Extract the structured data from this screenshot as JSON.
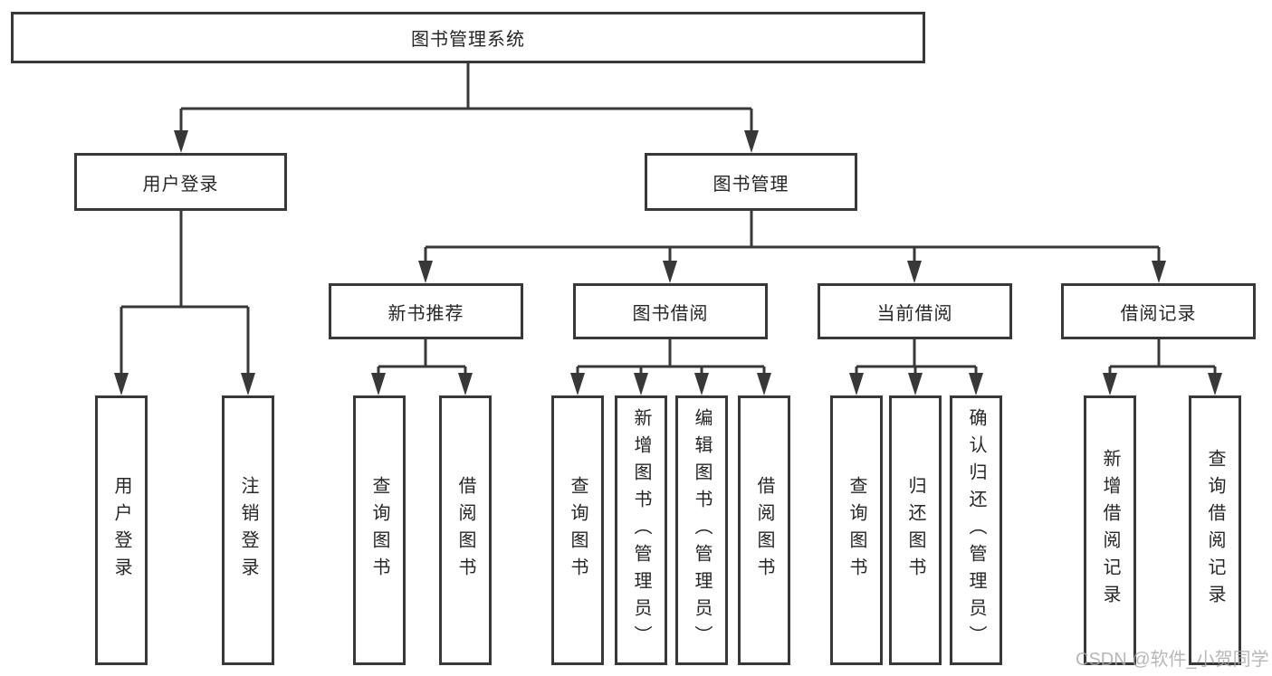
{
  "diagram": {
    "kind": "hierarchy-tree",
    "title": "图书管理系统"
  },
  "tree": {
    "label": "图书管理系统",
    "children": [
      {
        "label": "用户登录",
        "children": [
          {
            "label": "用户登录"
          },
          {
            "label": "注销登录"
          }
        ]
      },
      {
        "label": "图书管理",
        "children": [
          {
            "label": "新书推荐",
            "children": [
              {
                "label": "查询图书"
              },
              {
                "label": "借阅图书"
              }
            ]
          },
          {
            "label": "图书借阅",
            "children": [
              {
                "label": "查询图书"
              },
              {
                "label": "新增图书（管理员）"
              },
              {
                "label": "编辑图书（管理员）"
              },
              {
                "label": "借阅图书"
              }
            ]
          },
          {
            "label": "当前借阅",
            "children": [
              {
                "label": "查询图书"
              },
              {
                "label": "归还图书"
              },
              {
                "label": "确认归还（管理员）"
              }
            ]
          },
          {
            "label": "借阅记录",
            "children": [
              {
                "label": "新增借阅记录"
              },
              {
                "label": "查询借阅记录"
              }
            ]
          }
        ]
      }
    ]
  },
  "watermark": "CSDN @软件_小贺同学",
  "colors": {
    "line": "#383838",
    "box_border": "#383838",
    "text": "#262626",
    "background": "#ffffff",
    "watermark": "#ababab"
  }
}
